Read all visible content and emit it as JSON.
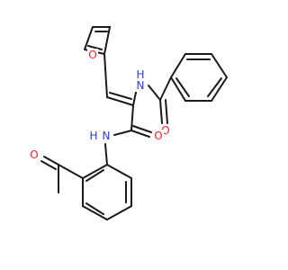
{
  "molecule": {
    "atoms": [
      {
        "label": "O",
        "color": "#e8242a"
      },
      {
        "label": "N",
        "color": "#2b3de0"
      },
      {
        "label": "H",
        "color": "#2b3de0"
      },
      {
        "label": "O",
        "color": "#e8242a"
      },
      {
        "label": "N",
        "color": "#2b3de0"
      },
      {
        "label": "H",
        "color": "#2b3de0"
      },
      {
        "label": "O",
        "color": "#e8242a"
      },
      {
        "label": "O",
        "color": "#e8242a"
      }
    ]
  }
}
